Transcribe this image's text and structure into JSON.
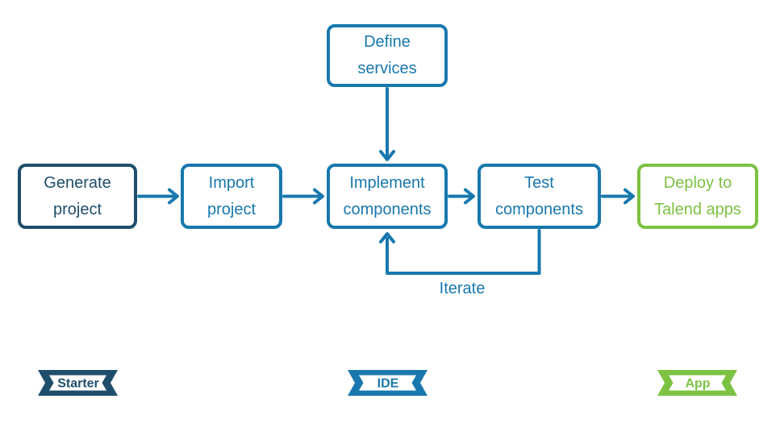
{
  "diagram": {
    "boxes": {
      "define_services": {
        "label": "Define\nservices",
        "color": "#1878AE"
      },
      "generate_project": {
        "label": "Generate\nproject",
        "color": "#1F4E6C"
      },
      "import_project": {
        "label": "Import\nproject",
        "color": "#1878AE"
      },
      "implement_components": {
        "label": "Implement\ncomponents",
        "color": "#1878AE"
      },
      "test_components": {
        "label": "Test\ncomponents",
        "color": "#1878AE"
      },
      "deploy_talend_apps": {
        "label": "Deploy to\nTalend apps",
        "color": "#7DC242"
      }
    },
    "loop": {
      "label": "Iterate"
    },
    "ribbons": {
      "starter": {
        "label": "Starter",
        "color": "#1F4E6C"
      },
      "ide": {
        "label": "IDE",
        "color": "#1878AE"
      },
      "app": {
        "label": "App",
        "color": "#7DC242"
      }
    },
    "colors": {
      "navy": "#1F4E6C",
      "blue": "#1878AE",
      "green": "#7DC242",
      "arrow": "#1878AE",
      "background": "#FFFFFF"
    }
  }
}
